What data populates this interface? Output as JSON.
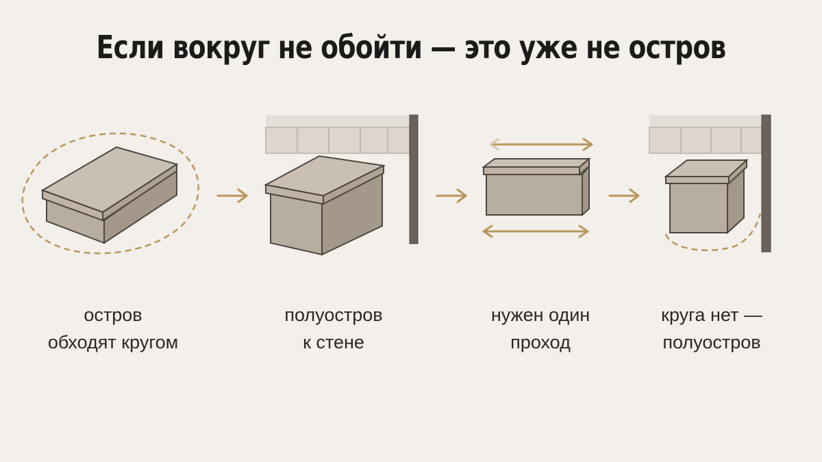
{
  "title": "Если вокруг не обойти — это уже не остров",
  "colors": {
    "background": "#f3f0eb",
    "box_top": "#c9bfb3",
    "box_front": "#b8ada1",
    "box_side": "#a39889",
    "outline": "#4d4640",
    "accent_gold": "#b8965c",
    "wall": "#6b635b",
    "tile": "#dcd6ce"
  },
  "steps": [
    {
      "icon": "island-box-icon",
      "caption": [
        "остров",
        "обходят кругом"
      ]
    },
    {
      "icon": "peninsula-box-icon",
      "caption": [
        "полуостров",
        "к стене"
      ]
    },
    {
      "icon": "single-passage-box-icon",
      "caption": [
        "нужен один",
        "проход"
      ]
    },
    {
      "icon": "no-circle-box-icon",
      "caption": [
        "круга нет —",
        "полуостров"
      ]
    }
  ]
}
